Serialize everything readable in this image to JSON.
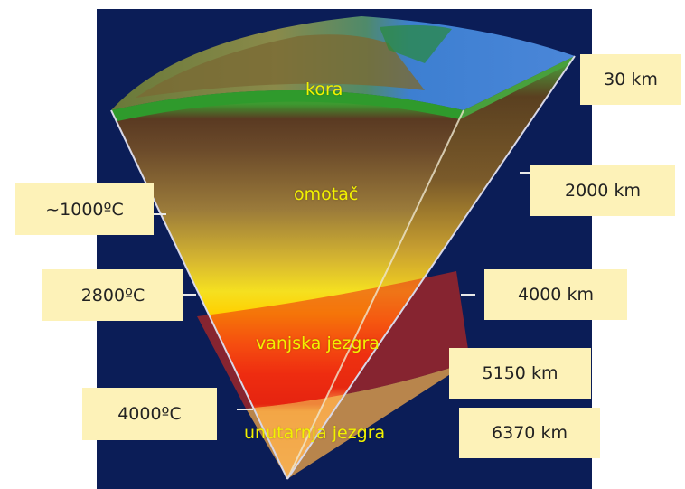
{
  "layers": {
    "crust": "kora",
    "mantle": "omotač",
    "outer_core": "vanjska jezgra",
    "inner_core": "unutarnja jezgra"
  },
  "depths": {
    "crust": "30 km",
    "mantle_mid": "2000 km",
    "mantle_base": "4000 km",
    "outer_core": "5150 km",
    "center": "6370 km"
  },
  "temperatures": {
    "t1": "~1000ºC",
    "t2": "2800ºC",
    "t3": "4000ºC"
  },
  "colors": {
    "background": "#0b1d57",
    "label_text": "#f2f200",
    "box_fill": "#fdf2b8",
    "crust_green": "#2f9a2c",
    "ocean_blue": "#3d7fd1",
    "mantle_brown": "#6b4a2a",
    "outer_core_red": "#e82510",
    "inner_core_orange": "#f08a30"
  }
}
